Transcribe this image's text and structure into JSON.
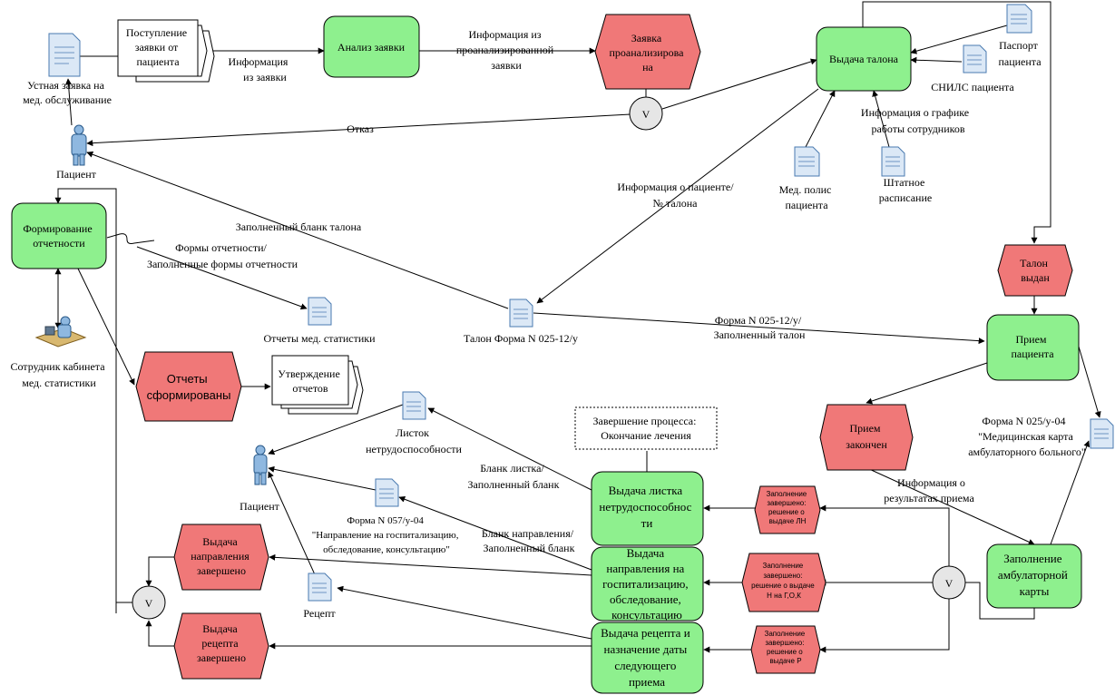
{
  "functions": {
    "analiz": [
      "Анализ заявки"
    ],
    "vydacha_talona": [
      "Выдача талона"
    ],
    "formirovanie": [
      "Формирование",
      "отчетности"
    ],
    "priem": [
      "Прием",
      "пациента"
    ],
    "vydacha_listka": [
      "Выдача листка",
      "нетрудоспособнос",
      "ти"
    ],
    "vydacha_napr": [
      "Выдача",
      "направления на",
      "госпитализацию,",
      "обследование,",
      "консультацию"
    ],
    "vydacha_recepta": [
      "Выдача рецепта и",
      "назначение даты",
      "следующего",
      "приема"
    ],
    "zapolnenie": [
      "Заполнение",
      "амбулаторной",
      "карты"
    ]
  },
  "events": {
    "zayavka_proanal": [
      "Заявка",
      "проанализирова",
      "на"
    ],
    "talon_vydan": [
      "Талон",
      "выдан"
    ],
    "otchety_sform": [
      "Отчеты",
      "сформированы"
    ],
    "priem_zakonchen": [
      "Прием",
      "закончен"
    ],
    "napr_zaversheno": [
      "Выдача",
      "направления",
      "завершено"
    ],
    "recept_zaversheno": [
      "Выдача",
      "рецепта",
      "завершено"
    ],
    "zap_ln": [
      "Заполнение",
      "завершено:",
      "решение о",
      "выдаче ЛН"
    ],
    "zap_n": [
      "Заполнение",
      "завершено:",
      "решение о выдаче",
      "Н на Г,О,К"
    ],
    "zap_r": [
      "Заполнение",
      "завершено:",
      "решение о",
      "выдаче Р"
    ]
  },
  "processes": {
    "postuplenie": [
      "Поступление",
      "заявки от",
      "пациента"
    ],
    "utverzhdenie": [
      "Утверждение",
      "отчетов"
    ],
    "zavershenie": [
      "Завершение процесса:",
      "Окончание лечения"
    ]
  },
  "operators": {
    "or_symbol": "V"
  },
  "documents": {
    "ustnaya": [
      "Устная заявка на",
      "мед. обслуживание"
    ],
    "pasport": [
      "Паспорт",
      "пациента"
    ],
    "snils": [
      "СНИЛС пациента"
    ],
    "med_polis": [
      "Мед. полис",
      "пациента"
    ],
    "shtatnoe": [
      "Штатное",
      "расписание"
    ],
    "otchety_med": [
      "Отчеты мед. статистики"
    ],
    "talon": [
      "Талон  Форма N 025-12/у"
    ],
    "listok": [
      "Листок",
      "нетрудоспособности"
    ],
    "forma057": [
      "Форма N 057/у-04",
      "\"Направление на госпитализацию,",
      "обследование, консультацию\""
    ],
    "recept": [
      "Рецепт"
    ],
    "forma025": [
      "Форма N 025/у-04",
      "\"Медицинская карта",
      "амбулаторного больного\""
    ]
  },
  "actors": {
    "pacient_top": [
      "Пациент"
    ],
    "pacient_bottom": [
      "Пациент"
    ],
    "sotrudnik": [
      "Сотрудник кабинета",
      "мед. статистики"
    ]
  },
  "labels": {
    "info_iz_zayavki": [
      "Информация",
      "из заявки"
    ],
    "info_iz_proanal": [
      "Информация из",
      "проанализированной",
      "заявки"
    ],
    "otkaz": [
      "Отказ"
    ],
    "info_grafik": [
      "Информация о графике",
      "работы сотрудников"
    ],
    "info_pacient": [
      "Информация о пациенте/",
      "№ талона"
    ],
    "zapolnenny_blank_talona": [
      "Заполненный бланк талона"
    ],
    "formy_otchetnosti": [
      "Формы отчетности/",
      "Заполненные формы отчетности"
    ],
    "forma_025_12": [
      "Форма N 025-12/у/",
      "Заполненный талон"
    ],
    "blank_listka": [
      "Бланк листка/",
      "Заполненный бланк"
    ],
    "blank_napr": [
      "Бланк направления/",
      "Заполненный бланк"
    ],
    "info_rezultaty": [
      "Информация о",
      "результатах приема"
    ]
  },
  "colors": {
    "function_fill": "#8ef08e",
    "event_fill": "#f07878",
    "connector_fill": "#e6e6e6",
    "doc_fill": "#dbe8f6",
    "doc_stroke": "#4a7ab0",
    "actor_fill": "#8fb8e0"
  }
}
